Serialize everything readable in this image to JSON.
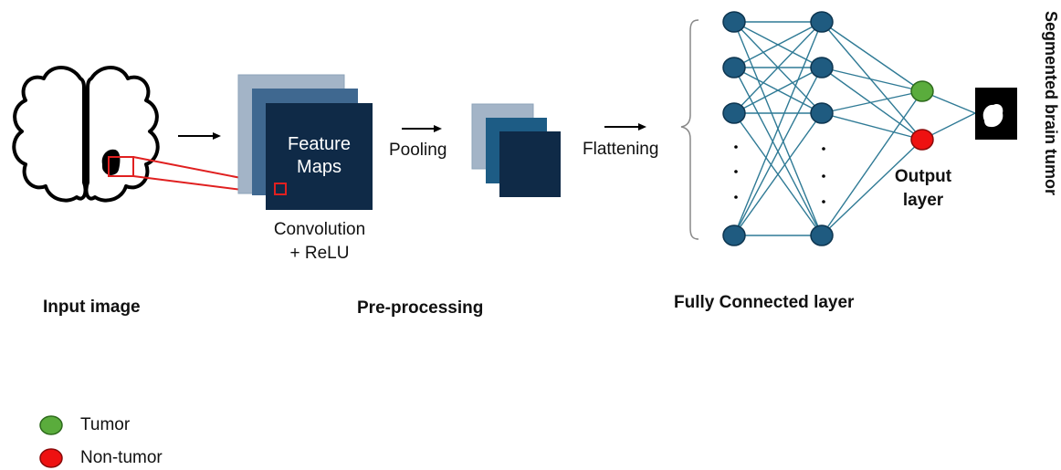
{
  "labels": {
    "feature_maps_line1": "Feature",
    "feature_maps_line2": "Maps",
    "convolution_line1": "Convolution",
    "convolution_line2": "+ ReLU",
    "pooling": "Pooling",
    "flattening": "Flattening",
    "output_layer_line1": "Output",
    "output_layer_line2": "layer",
    "segmented": "Segmented brain tumor",
    "input_image": "Input image",
    "pre_processing": "Pre-processing",
    "fully_connected": "Fully Connected layer"
  },
  "legend": [
    {
      "label": "Tumor",
      "color": "#5aac3c"
    },
    {
      "label": "Non-tumor",
      "color": "#ee1111"
    }
  ],
  "colors": {
    "node_fill": "#1f5b80",
    "edge": "#2f7a95",
    "fm_light": "#a3b4c7",
    "fm_mid": "#3f6890",
    "fm_dark": "#0f2a47",
    "highlight": "#e02020"
  }
}
